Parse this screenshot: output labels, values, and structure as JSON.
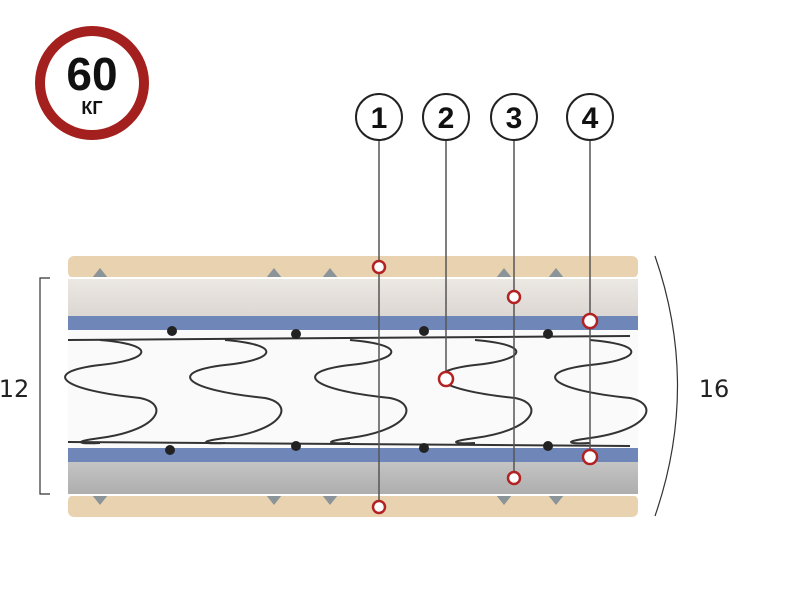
{
  "badge": {
    "value": "60",
    "unit": "КГ",
    "ring_color": "#a3201e"
  },
  "callouts": [
    {
      "label": "1"
    },
    {
      "label": "2"
    },
    {
      "label": "3"
    },
    {
      "label": "4"
    }
  ],
  "dimensions": {
    "inner_height": "12",
    "total_height": "16"
  },
  "colors": {
    "fabric": "#e8d2b0",
    "felt_top": "#e6e2dd",
    "felt_bottom": "#b9b9b9",
    "coconut": "#6f86b8",
    "marker": "#b22222"
  }
}
